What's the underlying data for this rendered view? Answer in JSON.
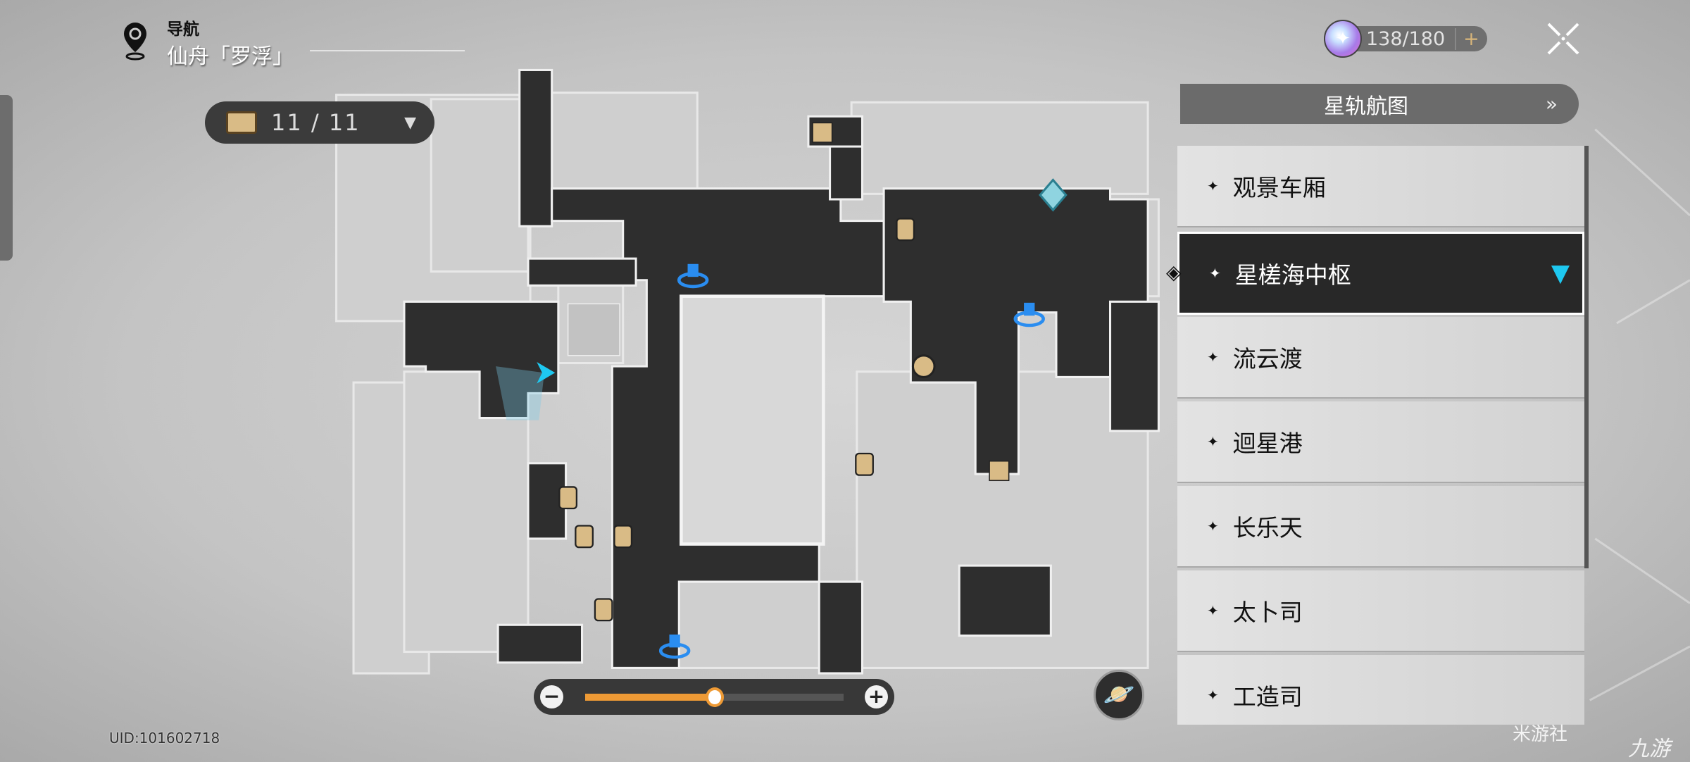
{
  "header": {
    "nav_label": "导航",
    "region": "仙舟「罗浮」"
  },
  "chest": {
    "count": "11 / 11",
    "dropdown_icon": "▼"
  },
  "stamina": {
    "value": "138/180",
    "plus": "+"
  },
  "route_button": {
    "label": "星轨航图",
    "icon": "»"
  },
  "areas": {
    "selected_index": 1,
    "items": [
      {
        "label": "观景车厢"
      },
      {
        "label": "星槎海中枢"
      },
      {
        "label": "流云渡"
      },
      {
        "label": "迴星港"
      },
      {
        "label": "长乐天"
      },
      {
        "label": "太卜司"
      },
      {
        "label": "工造司"
      }
    ]
  },
  "zoom": {
    "minus": "−",
    "plus": "+",
    "level_fraction": 0.5
  },
  "uid": "UID:101602718",
  "watermarks": {
    "left": "米游社",
    "right": "九游"
  },
  "colors": {
    "accent_orange": "#ee9a35",
    "marker_gold": "#d9bb86",
    "teleport_blue": "#2a8df0",
    "player_cyan": "#1ec8f0"
  }
}
